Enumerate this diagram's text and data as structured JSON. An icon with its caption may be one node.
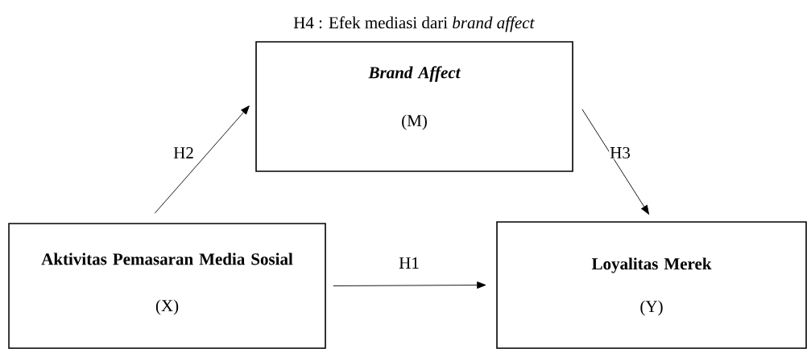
{
  "diagram": {
    "title": "H4 : Efek mediasi dari *brand affect*",
    "nodes": [
      {
        "text": [
          "Brand Affect",
          "(M)"
        ]
      },
      {
        "text": [
          "Aktivitas Pemasaran Media Sosial",
          "(X)"
        ]
      },
      {
        "text": [
          "Loyalitas Merek",
          "(Y)"
        ]
      }
    ],
    "edges": [
      {
        "from": 1,
        "to": 0,
        "arrow": "to",
        "label": "H2"
      },
      {
        "from": 0,
        "to": 2,
        "arrow": "to",
        "label": "H3"
      },
      {
        "from": 1,
        "to": 2,
        "arrow": "to",
        "label": "H1"
      }
    ]
  }
}
